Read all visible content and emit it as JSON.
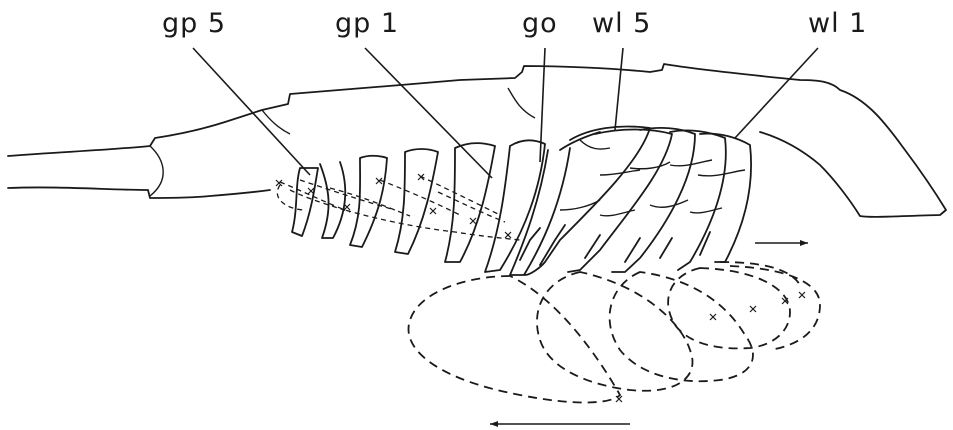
{
  "labels": {
    "gp5": "gp 5",
    "gp1": "gp 1",
    "go": "go",
    "wl5": "wl 5",
    "wl1": "wl 1"
  },
  "colors": {
    "ink": "#1a1a1a",
    "background": "#ffffff"
  }
}
